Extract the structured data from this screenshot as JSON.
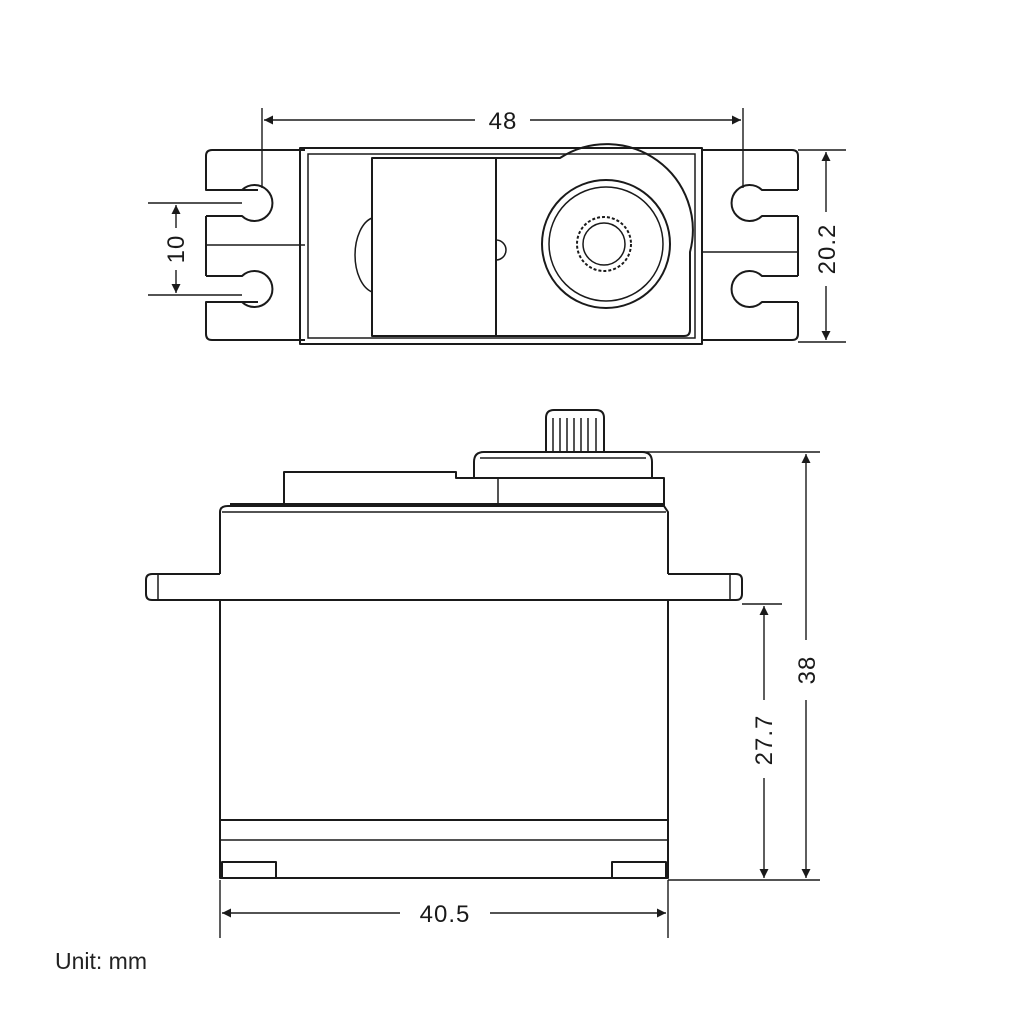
{
  "diagram": {
    "top_view": {
      "width_label": "48",
      "hole_spacing_label": "10",
      "height_label": "20.2"
    },
    "side_view": {
      "height_label": "38",
      "body_height_label": "27.7",
      "body_width_label": "40.5"
    },
    "unit_label": "Unit: mm"
  }
}
